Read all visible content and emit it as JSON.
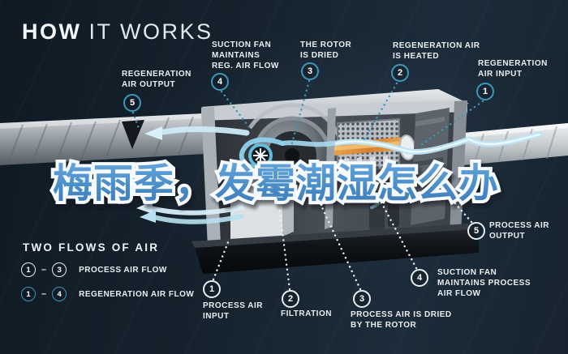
{
  "title": {
    "part1": "HOW",
    "part2": "IT WORKS"
  },
  "headline": "梅雨季，发霉潮湿怎么办",
  "colors": {
    "background": "#15222d",
    "accent_teal": "#3e97ba",
    "badge_white": "#e8edf0",
    "headline_blue": "#4a8dc8",
    "heater_orange": "#d98736",
    "airflow_blue": "#bde5f6"
  },
  "top_labels": [
    {
      "num": "5",
      "text": "REGENERATION\nAIR OUTPUT"
    },
    {
      "num": "4",
      "text": "SUCTION FAN\nMAINTAINS\nREG. AIR FLOW"
    },
    {
      "num": "3",
      "text": "THE ROTOR\nIS DRIED"
    },
    {
      "num": "2",
      "text": "REGENERATION AIR\nIS HEATED"
    },
    {
      "num": "1",
      "text": "REGENERATION\nAIR INPUT"
    }
  ],
  "bottom_labels": [
    {
      "num": "1",
      "text": "PROCESS AIR\nINPUT"
    },
    {
      "num": "2",
      "text": "FILTRATION"
    },
    {
      "num": "3",
      "text": "PROCESS AIR IS DRIED\nBY THE ROTOR"
    },
    {
      "num": "4",
      "text": "SUCTION FAN\nMAINTAINS PROCESS\nAIR FLOW"
    },
    {
      "num": "5",
      "text": "PROCESS AIR\nOUTPUT"
    }
  ],
  "legend": {
    "heading": "TWO FLOWS OF AIR",
    "separator": "–",
    "rows": [
      {
        "from": "1",
        "to": "3",
        "label": "PROCESS AIR FLOW",
        "flow": "process"
      },
      {
        "from": "1",
        "to": "4",
        "label": "REGENERATION AIR FLOW",
        "flow": "regeneration"
      }
    ]
  }
}
